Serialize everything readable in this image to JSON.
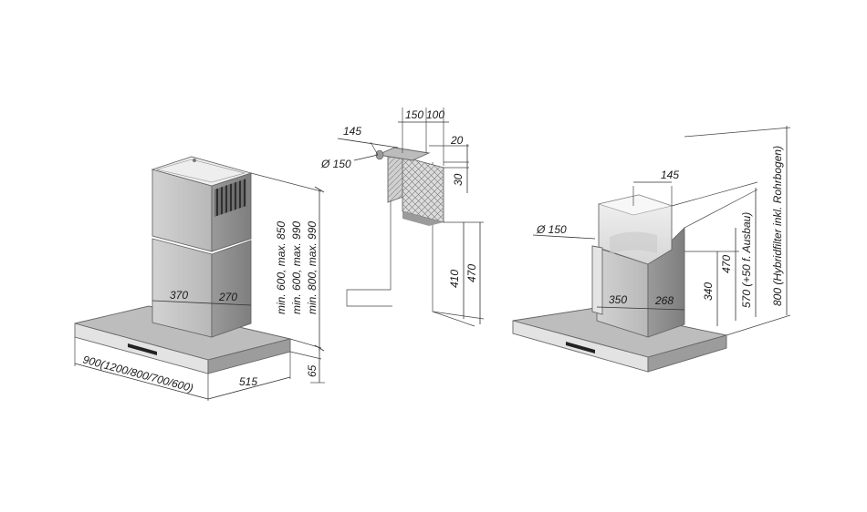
{
  "left_view": {
    "chimney_width": "370",
    "chimney_depth": "270",
    "height_range_1": "min. 600, max. 850",
    "height_range_2": "min. 600, max. 990",
    "height_range_3": "min. 800, max. 990",
    "hood_width": "900(1200/800/700/600)",
    "hood_depth": "515",
    "hood_height": "65"
  },
  "middle_view": {
    "dim_150": "150",
    "dim_100": "100",
    "dim_145": "145",
    "dim_20": "20",
    "diameter": "Ø 150",
    "dim_30": "30",
    "dim_410": "410",
    "dim_470": "470"
  },
  "right_view": {
    "dim_145": "145",
    "diameter": "Ø 150",
    "width_350": "350",
    "depth_268": "268",
    "dim_340": "340",
    "dim_470": "470",
    "dim_570": "570 (+50 f. Ausbau)",
    "dim_800": "800 (Hybridfilter inkl. Rohrbogen)"
  },
  "colors": {
    "steel_light": "#c9c9c9",
    "steel_mid": "#b3b3b3",
    "steel_dark": "#8f8f8f"
  }
}
